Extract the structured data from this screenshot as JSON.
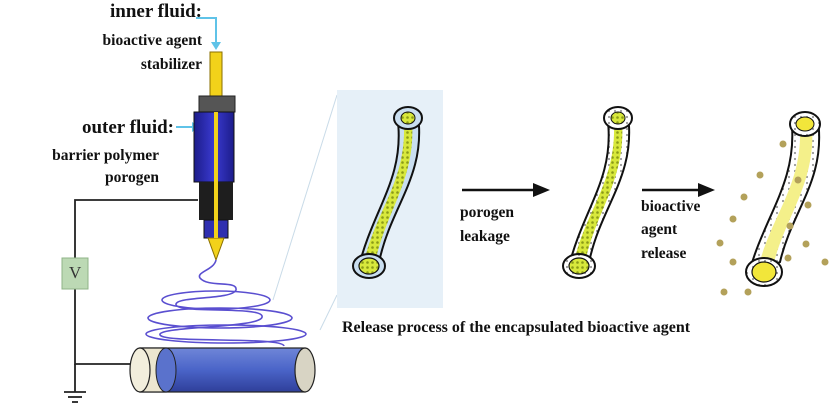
{
  "labels": {
    "inner_fluid": "inner fluid:",
    "inner_fluid_items": [
      "bioactive agent",
      "stabilizer"
    ],
    "outer_fluid": "outer fluid:",
    "outer_fluid_items": [
      "barrier polymer",
      "porogen"
    ],
    "voltage": "V",
    "step1": [
      "porogen",
      "leakage"
    ],
    "step2": [
      "bioactive",
      "agent",
      "release"
    ],
    "caption": "Release process of the encapsulated bioactive agent"
  },
  "icons": [
    "coaxial-needle-icon",
    "voltage-source-icon",
    "ground-icon",
    "collector-drum-icon",
    "fiber-icon",
    "arrow-right-icon"
  ],
  "colors": {
    "needle_yellow": "#f2d21a",
    "needle_blue": "#2f2fb0",
    "fiber_sheath": "#c9def0",
    "fiber_core": "#d8e83c",
    "particle": "#b3a15a",
    "zoom_panel": "#e6f0f8",
    "voltage_box": "#bcd9b4",
    "arrow_tip": "#5fc3e8"
  }
}
